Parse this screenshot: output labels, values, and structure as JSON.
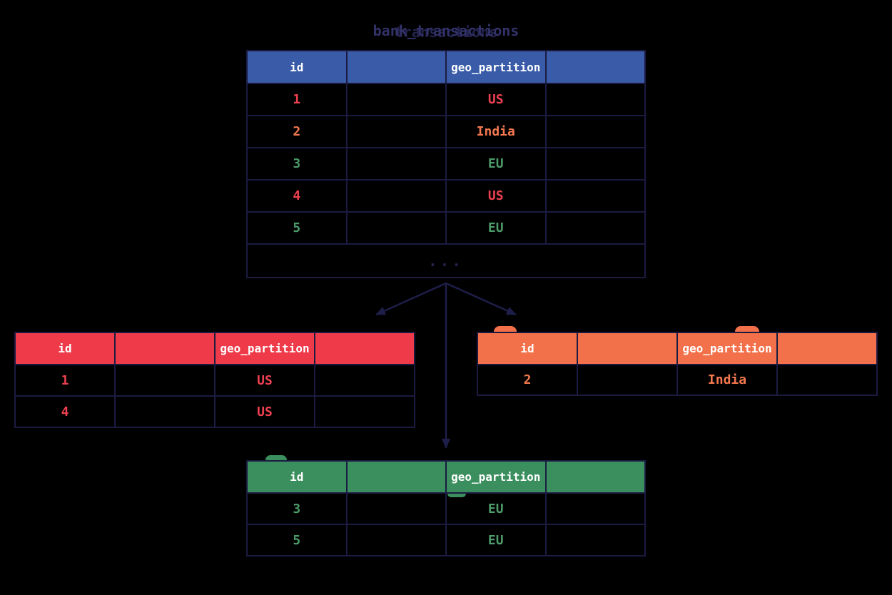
{
  "title": {
    "text": "bank_transactions",
    "ghost": "transactions"
  },
  "table_headers": {
    "id": "id",
    "geo_partition": "geo_partition"
  },
  "main_table": {
    "ellipsis": "...",
    "rows": [
      {
        "id": "1",
        "geo": "US"
      },
      {
        "id": "2",
        "geo": "India"
      },
      {
        "id": "3",
        "geo": "EU"
      },
      {
        "id": "4",
        "geo": "US"
      },
      {
        "id": "5",
        "geo": "EU"
      }
    ]
  },
  "us_partition": {
    "rows": [
      {
        "id": "1",
        "geo": "US"
      },
      {
        "id": "4",
        "geo": "US"
      }
    ]
  },
  "india_partition": {
    "rows": [
      {
        "id": "2",
        "geo": "India"
      }
    ]
  },
  "eu_partition": {
    "rows": [
      {
        "id": "3",
        "geo": "EU"
      },
      {
        "id": "5",
        "geo": "EU"
      }
    ]
  },
  "colors": {
    "background": "#000000",
    "border_navy": "#1b1b42",
    "arrow_navy": "#1e1e4a",
    "title_navy": "#32326a",
    "header_blue": "#3a5ca8",
    "header_red": "#ee3a49",
    "header_orange": "#f3714a",
    "header_green": "#3b8f5e",
    "text_red": "#ee4150",
    "text_orange": "#f3784f",
    "text_green": "#4c9b69",
    "header_text": "#ffffff"
  }
}
